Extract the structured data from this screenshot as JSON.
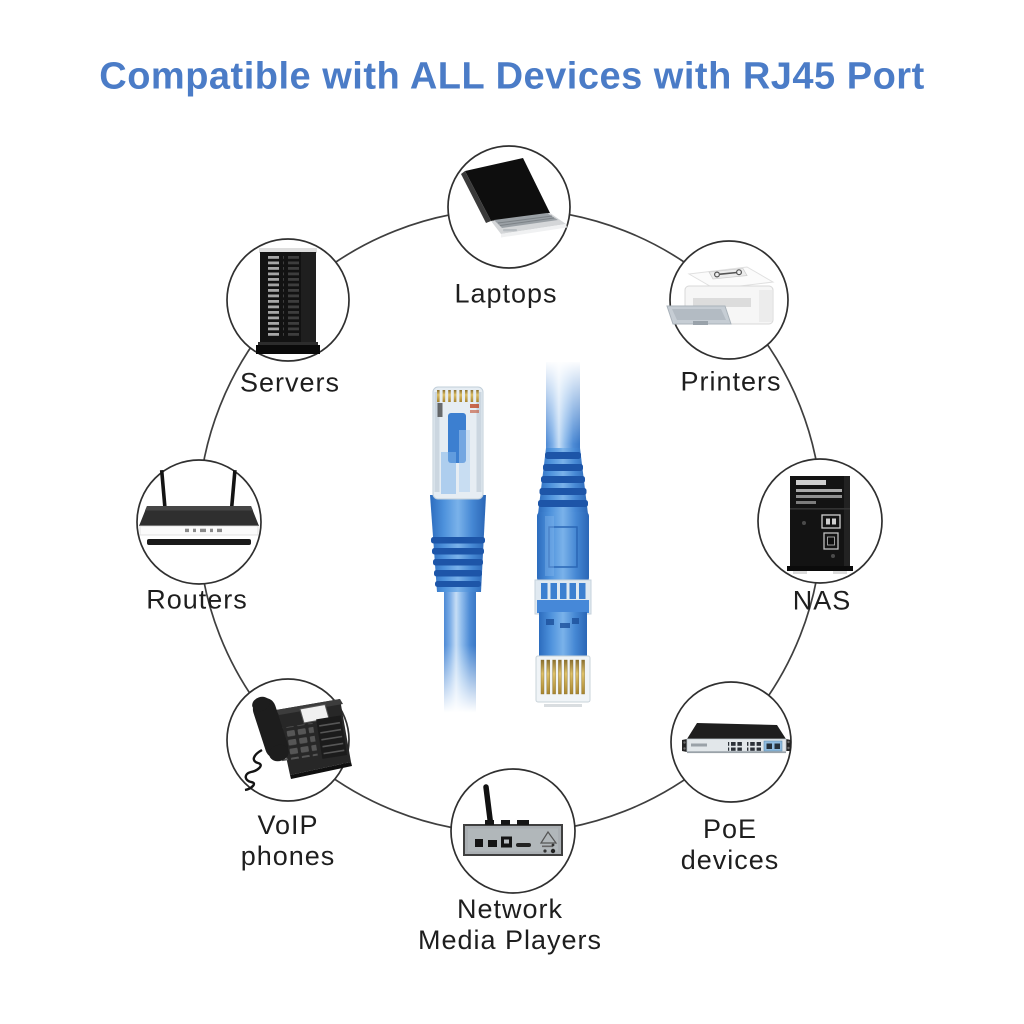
{
  "title": {
    "text": "Compatible with ALL Devices with RJ45 Port"
  },
  "colors": {
    "title_blue": "#4b7cc7",
    "cable_blue": "#4287d6",
    "cable_blue_dark": "#2a66b6",
    "cable_highlight": "#c6ddf5",
    "ring_line": "#3f3f3f",
    "label_text": "#1e1e1e",
    "gold_pins": "#c9a544",
    "background": "#ffffff"
  },
  "center_graphic": {
    "description": "Two blue RJ45 ethernet patch cable connectors, one facing up and one facing down"
  },
  "devices": [
    {
      "id": "laptops",
      "label": "Laptops",
      "lines": [
        "Laptops"
      ],
      "icon": "laptop-icon"
    },
    {
      "id": "servers",
      "label": "Servers",
      "lines": [
        "Servers"
      ],
      "icon": "server-rack-icon"
    },
    {
      "id": "printers",
      "label": "Printers",
      "lines": [
        "Printers"
      ],
      "icon": "printer-icon"
    },
    {
      "id": "routers",
      "label": "Routers",
      "lines": [
        "Routers"
      ],
      "icon": "router-icon"
    },
    {
      "id": "nas",
      "label": "NAS",
      "lines": [
        "NAS"
      ],
      "icon": "nas-icon"
    },
    {
      "id": "voip-phones",
      "label": "VoIP phones",
      "lines": [
        "VoIP",
        "phones"
      ],
      "icon": "voip-phone-icon"
    },
    {
      "id": "poe-devices",
      "label": "PoE devices",
      "lines": [
        "PoE",
        "devices"
      ],
      "icon": "poe-switch-icon"
    },
    {
      "id": "network-media-players",
      "label": "Network Media Players",
      "lines": [
        "Network",
        "Media Players"
      ],
      "icon": "media-player-icon"
    }
  ]
}
